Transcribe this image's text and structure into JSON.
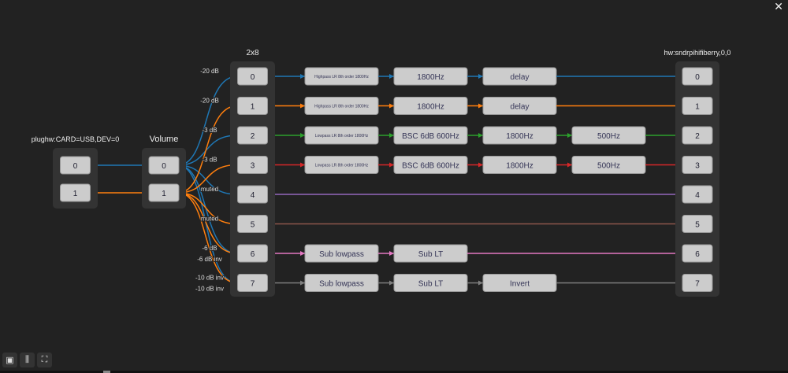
{
  "groups": {
    "input": {
      "label": "plughw:CARD=USB,DEV=0",
      "channels": [
        "0",
        "1"
      ]
    },
    "volume": {
      "label": "Volume",
      "channels": [
        "0",
        "1"
      ]
    },
    "mixer": {
      "label": "2x8",
      "channels": [
        "0",
        "1",
        "2",
        "3",
        "4",
        "5",
        "6",
        "7"
      ]
    },
    "output": {
      "label": "hw:sndrpihifiberry,0,0",
      "channels": [
        "0",
        "1",
        "2",
        "3",
        "4",
        "5",
        "6",
        "7"
      ]
    }
  },
  "channel_colors": [
    "#1f77b4",
    "#ff7f0e",
    "#2ca02c",
    "#d62728",
    "#9467bd",
    "#8c564b",
    "#e377c2",
    "#7f7f7f"
  ],
  "filters": [
    [
      "Highpass LR 8th order 1800Hz",
      "1800Hz",
      "delay"
    ],
    [
      "Highpass LR 8th order 1800Hz",
      "1800Hz",
      "delay"
    ],
    [
      "Lowpass LR 8th order 1800Hz",
      "BSC 6dB 600Hz",
      "1800Hz",
      "500Hz"
    ],
    [
      "Lowpass LR 8th order 1800Hz",
      "BSC 6dB 600Hz",
      "1800Hz",
      "500Hz"
    ],
    [],
    [],
    [
      "Sub lowpass",
      "Sub LT"
    ],
    [
      "Sub lowpass",
      "Sub LT",
      "Invert"
    ]
  ],
  "mixer_routes": [
    {
      "from": 0,
      "to": 0,
      "label": "-20 dB"
    },
    {
      "from": 0,
      "to": 2,
      "label": "-3 dB"
    },
    {
      "from": 0,
      "to": 4,
      "label": "muted"
    },
    {
      "from": 0,
      "to": 6,
      "label": "-6 dB"
    },
    {
      "from": 0,
      "to": 7,
      "label": "-10 dB inv"
    },
    {
      "from": 1,
      "to": 1,
      "label": "-20 dB"
    },
    {
      "from": 1,
      "to": 3,
      "label": "-3 dB"
    },
    {
      "from": 1,
      "to": 5,
      "label": "muted"
    },
    {
      "from": 1,
      "to": 6,
      "label": "-6 dB inv"
    },
    {
      "from": 1,
      "to": 7,
      "label": "-10 dB inv"
    }
  ],
  "toolbar": [
    {
      "icon": "image-icon",
      "glyph": "▣"
    },
    {
      "icon": "split-icon",
      "glyph": "⫼"
    },
    {
      "icon": "fullscreen-icon",
      "glyph": "⛶"
    }
  ],
  "close_glyph": "✕"
}
